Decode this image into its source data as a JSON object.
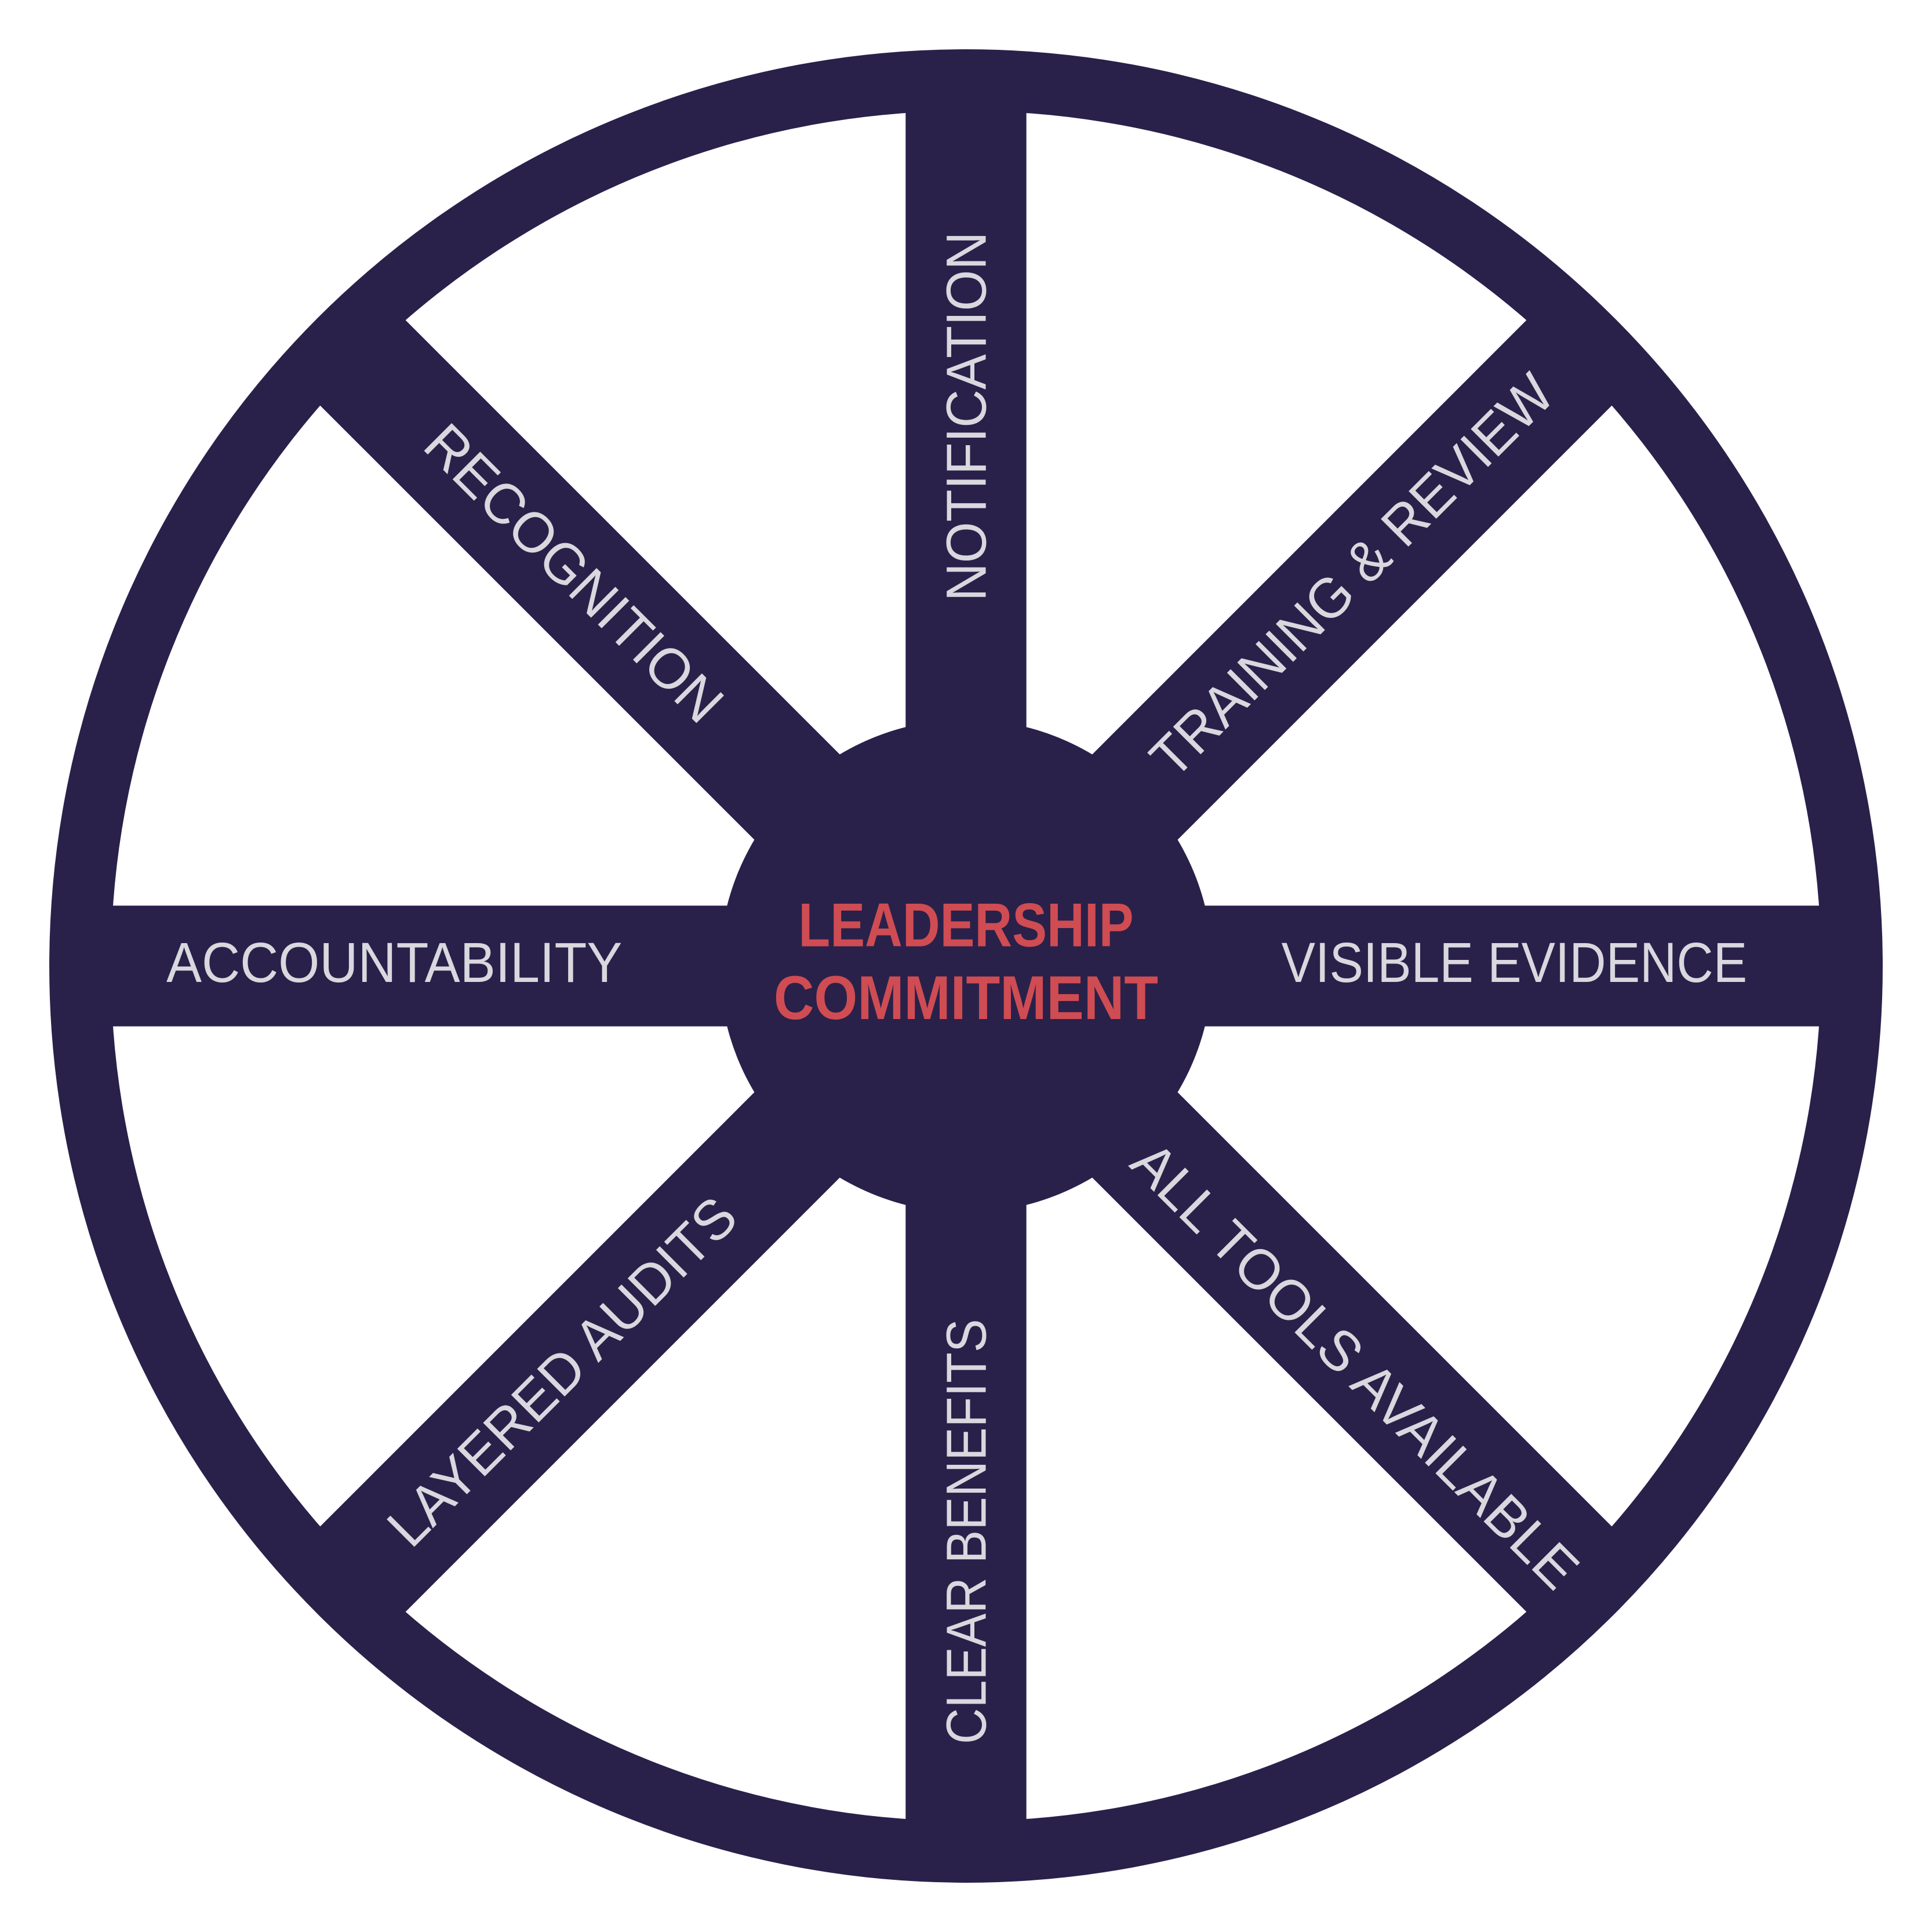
{
  "colors": {
    "wheel": "#29214a",
    "hub_text": "#cf4c53",
    "spoke_text": "#d8d8de",
    "background": "#ffffff"
  },
  "hub": {
    "line1": "LEADERSHIP",
    "line2": "COMMITMENT"
  },
  "spokes": {
    "top": "NOTIFICATION",
    "top_right": "TRAINING & REVIEW",
    "right": "VISIBLE EVIDENCE",
    "bottom_right": "ALL TOOLS AVAILABLE",
    "bottom": "CLEAR BENEFITS",
    "bottom_left": "LAYERED AUDITS",
    "left": "ACCOUNTABILITY",
    "top_left": "RECOGNITION"
  }
}
